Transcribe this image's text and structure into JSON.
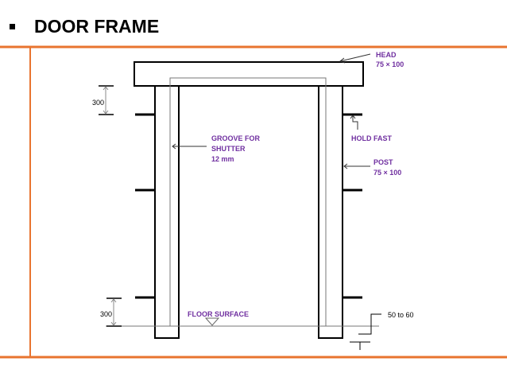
{
  "title": "DOOR FRAME",
  "colors": {
    "accent": "#e8742f",
    "label": "#7030a0"
  },
  "labels": {
    "head": "HEAD",
    "head_size": "75 × 100",
    "hold_fast": "HOLD FAST",
    "post": "POST",
    "post_size": "75 × 100",
    "groove_line1": "GROOVE FOR",
    "groove_line2": "SHUTTER",
    "groove_line3": "12 mm",
    "floor": "FLOOR SURFACE",
    "dim_top": "300",
    "dim_bottom": "300",
    "embed": "50 to 60"
  }
}
